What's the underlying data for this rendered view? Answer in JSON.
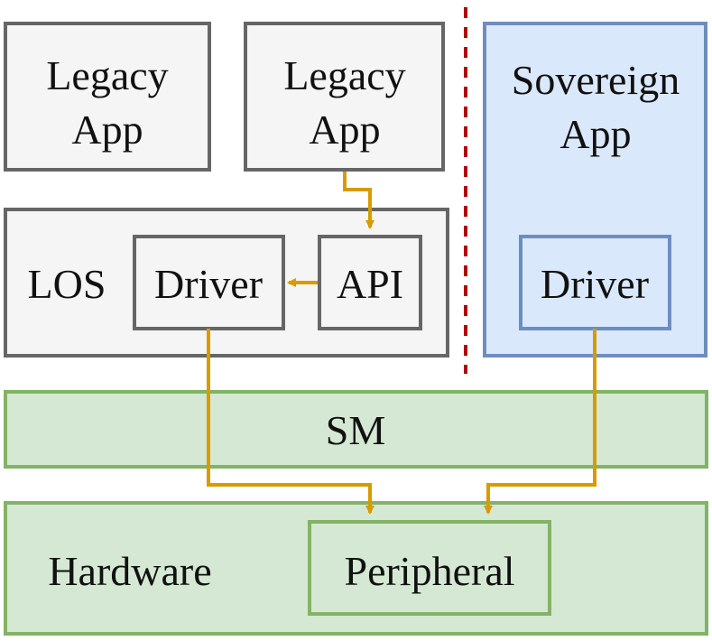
{
  "diagram": {
    "legacy_app_1": {
      "line1": "Legacy",
      "line2": "App"
    },
    "legacy_app_2": {
      "line1": "Legacy",
      "line2": "App"
    },
    "sovereign_app": {
      "line1": "Sovereign",
      "line2": "App"
    },
    "los": {
      "label": "LOS",
      "driver": "Driver",
      "api": "API"
    },
    "sovereign_driver": "Driver",
    "sm": "SM",
    "hardware": {
      "label": "Hardware",
      "peripheral": "Peripheral"
    }
  },
  "colors": {
    "gray_fill": "#f5f5f5",
    "gray_stroke": "#666666",
    "blue_fill": "#dae8fc",
    "blue_stroke": "#6c8ebf",
    "green_fill": "#d5e8d4",
    "green_stroke": "#82b366",
    "arrow": "#d79b00",
    "divider": "#b20000"
  }
}
